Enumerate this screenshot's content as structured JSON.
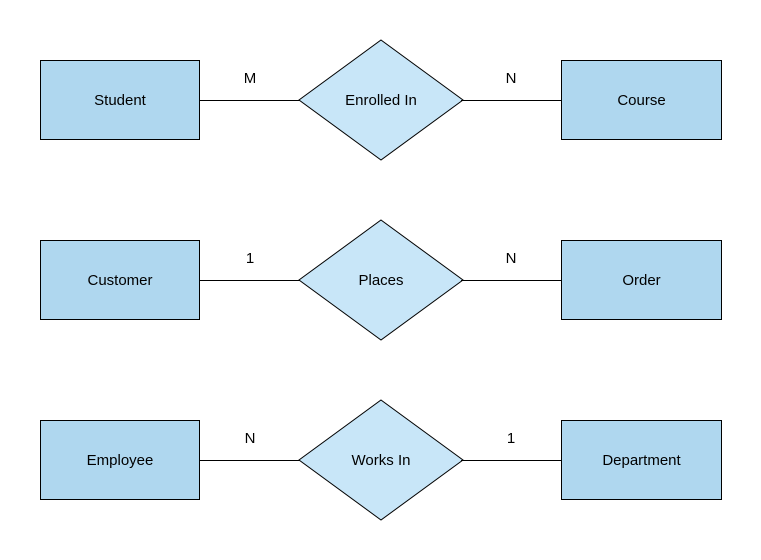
{
  "diagram": {
    "type": "entity-relationship",
    "colors": {
      "background": "#ffffff",
      "entity_fill": "#AFD7EF",
      "relationship_fill": "#C8E6F8",
      "stroke": "#000000",
      "text": "#000000"
    },
    "rows": [
      {
        "left_entity": "Student",
        "left_cardinality": "M",
        "relationship": "Enrolled In",
        "right_cardinality": "N",
        "right_entity": "Course"
      },
      {
        "left_entity": "Customer",
        "left_cardinality": "1",
        "relationship": "Places",
        "right_cardinality": "N",
        "right_entity": "Order"
      },
      {
        "left_entity": "Employee",
        "left_cardinality": "N",
        "relationship": "Works In",
        "right_cardinality": "1",
        "right_entity": "Department"
      }
    ]
  }
}
